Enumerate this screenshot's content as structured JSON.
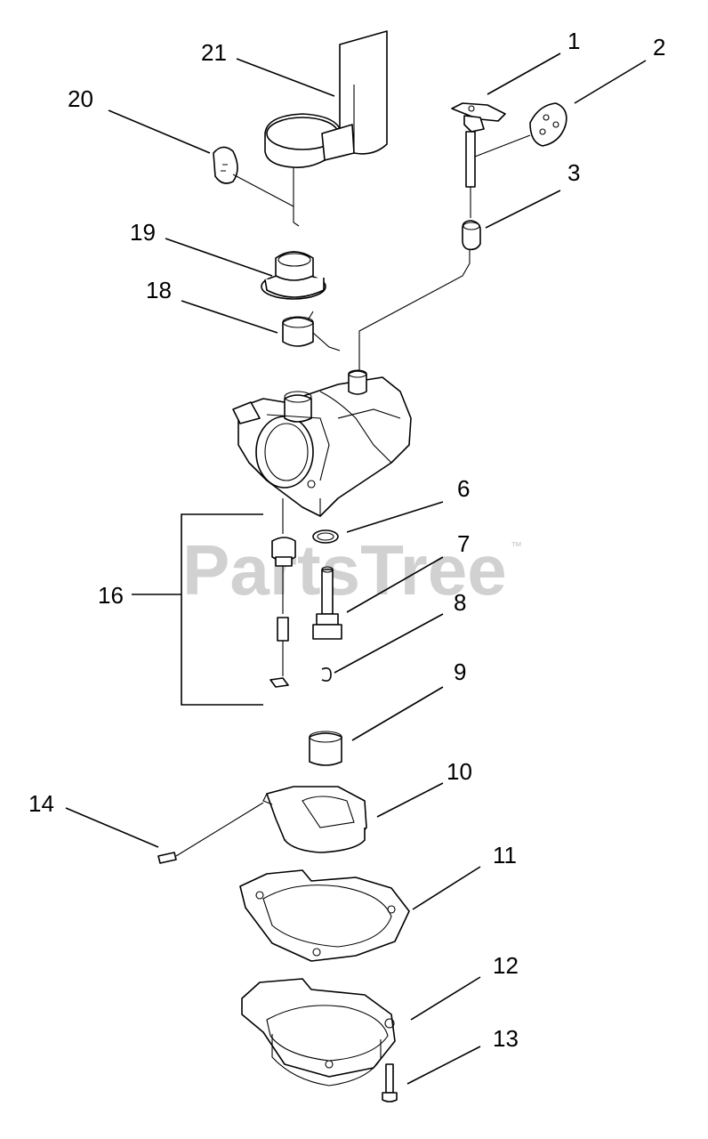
{
  "watermark": {
    "text": "PartsTree",
    "trademark": "™"
  },
  "callouts": {
    "c1": "1",
    "c2": "2",
    "c3": "3",
    "c6": "6",
    "c7": "7",
    "c8": "8",
    "c9": "9",
    "c10": "10",
    "c11": "11",
    "c12": "12",
    "c13": "13",
    "c14": "14",
    "c16": "16",
    "c18": "18",
    "c19": "19",
    "c20": "20",
    "c21": "21"
  }
}
